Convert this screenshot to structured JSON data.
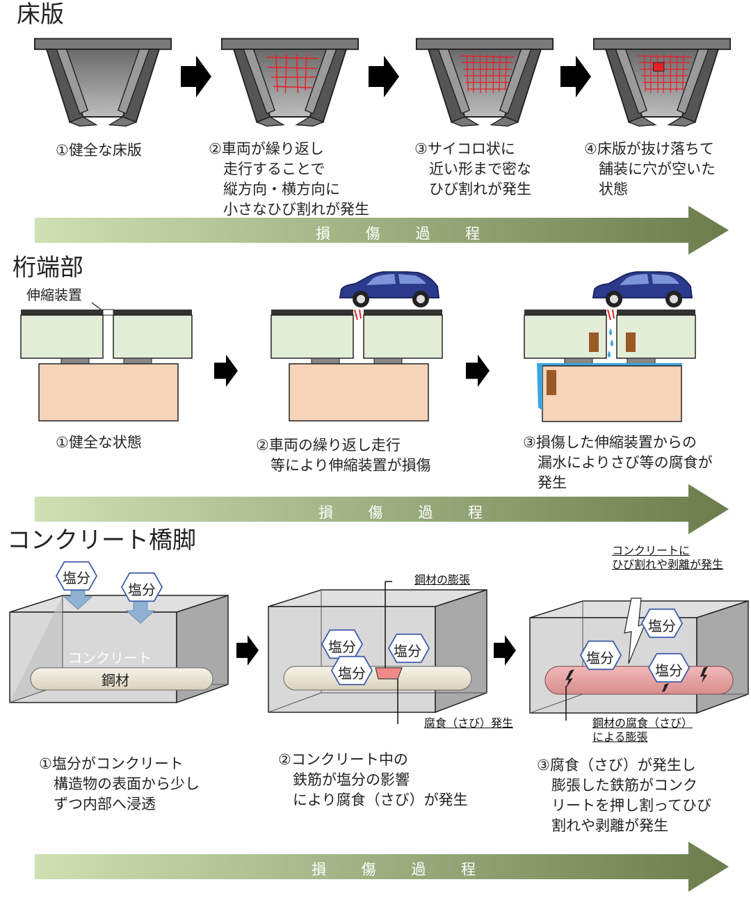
{
  "colors": {
    "arrow_start": "#cfe0b4",
    "arrow_end": "#6d7f4f",
    "steel_dark": "#4d4d4d",
    "steel_mid": "#8a8a8a",
    "crack_red": "#e8202a",
    "deck_green": "#e3edd7",
    "abutment": "#f7d3b8",
    "car_blue": "#2c3a8c",
    "water_blue": "#3aa6dd",
    "rust_brown": "#9a5a25",
    "concrete_grey": "#bdbdbd",
    "rebar_cream": "#eeeadb",
    "rebar_rust": "#e6a0a0"
  },
  "process_label": "損 傷 過 程",
  "sections": {
    "deck": {
      "title": "床版",
      "captions": [
        "①健全な床版",
        "②車両が繰り返し\n　走行することで\n　縦方向・横方向に\n　小さなひび割れが発生",
        "③サイコロ状に\n　近い形まで密な\n　ひび割れが発生",
        "④床版が抜け落ちて\n　舗装に穴が空いた\n　状態"
      ]
    },
    "girder_end": {
      "title": "桁端部",
      "expansion_joint_label": "伸縮装置",
      "captions": [
        "①健全な状態",
        "②車両の繰り返し走行\n　等により伸縮装置が損傷",
        "③損傷した伸縮装置からの\n　漏水によりさび等の腐食が\n　発生"
      ]
    },
    "pier": {
      "title": "コンクリート橋脚",
      "salt_label": "塩分",
      "concrete_label": "コンクリート",
      "steel_label": "鋼材",
      "callout_expansion": "鋼材の膨張",
      "callout_corrosion": "腐食（さび）発生",
      "callout_crack": "コンクリートに\nひび割れや剥離が発生",
      "callout_rust_expansion": "鋼材の腐食（さび）\nによる膨張",
      "captions": [
        "①塩分がコンクリート\n　構造物の表面から少し\n　ずつ内部へ浸透",
        "②コンクリート中の\n　鉄筋が塩分の影響\n　により腐食（さび）が発生",
        "③腐食（さび）が発生し\n　膨張した鉄筋がコンク\n　リートを押し割ってひび\n　割れや剥離が発生"
      ]
    }
  }
}
